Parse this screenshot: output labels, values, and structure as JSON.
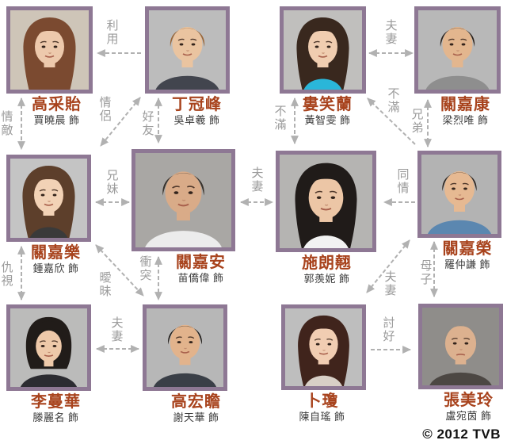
{
  "page": {
    "copyright": "© 2012 TVB"
  },
  "colors": {
    "background": "#ffffff",
    "character_name_red": "#a8431d",
    "actor_name_black": "#3a3a3a",
    "relation_label_gray": "#9b9b9b",
    "arrow_gray": "#b1b1b1",
    "photo_border_mauve": "#8e7894",
    "copyright_black": "#111111"
  },
  "characters": [
    {
      "name": "高采貽",
      "actor": "賈曉晨",
      "suffix": "飾",
      "portrait": {
        "style": "long",
        "hair": "#7b4a30",
        "skin": "#edc9ac",
        "top": "#7b4a30",
        "bg": "#cec5b8"
      }
    },
    {
      "name": "丁冠峰",
      "actor": "吳卓羲",
      "suffix": "飾",
      "portrait": {
        "style": "short",
        "hair": "#9a6535",
        "skin": "#eac4a0",
        "top": "#42454e",
        "bg": "#bcbcbc"
      }
    },
    {
      "name": "婁笑蘭",
      "actor": "黃智雯",
      "suffix": "飾",
      "portrait": {
        "style": "long",
        "hair": "#39281e",
        "skin": "#f0cdb0",
        "top": "#2ab6d9",
        "bg": "#c0bfbd"
      }
    },
    {
      "name": "關嘉康",
      "actor": "梁烈唯",
      "suffix": "飾",
      "portrait": {
        "style": "short",
        "hair": "#2a211b",
        "skin": "#e3b68e",
        "top": "#8e8e8e",
        "bg": "#b8b8b8"
      }
    },
    {
      "name": "關嘉樂",
      "actor": "鍾嘉欣",
      "suffix": "飾",
      "portrait": {
        "style": "long",
        "hair": "#5d3f2b",
        "skin": "#f2d2b6",
        "top": "#3a3a3a",
        "bg": "#c4c4c4"
      }
    },
    {
      "name": "關嘉安",
      "actor": "苗僑偉",
      "suffix": "飾",
      "portrait": {
        "style": "short",
        "hair": "#38322c",
        "skin": "#d9ab88",
        "top": "#ececec",
        "bg": "#a9a7a4"
      }
    },
    {
      "name": "施朗翹",
      "actor": "郭羨妮",
      "suffix": "飾",
      "portrait": {
        "style": "long",
        "hair": "#201b19",
        "skin": "#ecc6a6",
        "top": "#f2f2f2",
        "bg": "#b5b4b2"
      }
    },
    {
      "name": "關嘉榮",
      "actor": "羅仲謙",
      "suffix": "飾",
      "portrait": {
        "style": "short",
        "hair": "#2b221c",
        "skin": "#e6b992",
        "top": "#5b87b0",
        "bg": "#b3b3b3"
      }
    },
    {
      "name": "李蔓華",
      "actor": "滕麗名",
      "suffix": "飾",
      "portrait": {
        "style": "bob",
        "hair": "#211c19",
        "skin": "#eec9a9",
        "top": "#2c2c31",
        "bg": "#bbbbba"
      }
    },
    {
      "name": "高宏瞻",
      "actor": "謝天華",
      "suffix": "飾",
      "portrait": {
        "style": "short",
        "hair": "#1f1b18",
        "skin": "#e2b38c",
        "top": "#3a3f47",
        "bg": "#b7b7b7"
      }
    },
    {
      "name": "卜瓊",
      "actor": "陳自瑤",
      "suffix": "飾",
      "portrait": {
        "style": "long",
        "hair": "#40241c",
        "skin": "#f1cdb2",
        "top": "#d8cfc6",
        "bg": "#bebebe"
      }
    },
    {
      "name": "張美玲",
      "actor": "盧宛茵",
      "suffix": "飾",
      "portrait": {
        "style": "updo",
        "hair": "#8f8c86",
        "skin": "#dcb18f",
        "top": "#4c4743",
        "bg": "#8f8d8a"
      }
    }
  ],
  "relationships": [
    {
      "label": "利用",
      "from": "丁冠峰",
      "to": "高采貽",
      "direction": "directed"
    },
    {
      "label": "夫妻",
      "from": "婁笑蘭",
      "to": "關嘉康",
      "direction": "mutual"
    },
    {
      "label": "情敵",
      "from": "高采貽",
      "to": "關嘉樂",
      "direction": "mutual"
    },
    {
      "label": "情侶",
      "from": "丁冠峰",
      "to": "關嘉樂",
      "direction": "mutual"
    },
    {
      "label": "好友",
      "from": "丁冠峰",
      "to": "關嘉安",
      "direction": "mutual"
    },
    {
      "label": "不滿",
      "from": "婁笑蘭",
      "to": "施朗翹",
      "direction": "mutual"
    },
    {
      "label": "不滿",
      "from": "關嘉榮",
      "to": "婁笑蘭",
      "direction": "directed"
    },
    {
      "label": "兄弟",
      "from": "關嘉康",
      "to": "關嘉榮",
      "direction": "mutual"
    },
    {
      "label": "兄妹",
      "from": "關嘉樂",
      "to": "關嘉安",
      "direction": "mutual"
    },
    {
      "label": "夫妻",
      "from": "關嘉安",
      "to": "施朗翹",
      "direction": "mutual"
    },
    {
      "label": "同情",
      "from": "關嘉榮",
      "to": "施朗翹",
      "direction": "directed"
    },
    {
      "label": "衝突",
      "from": "關嘉安",
      "to": "高宏瞻",
      "direction": "mutual"
    },
    {
      "label": "曖昧",
      "from": "關嘉樂",
      "to": "高宏瞻",
      "direction": "mutual"
    },
    {
      "label": "仇視",
      "from": "關嘉樂",
      "to": "李蔓華",
      "direction": "mutual"
    },
    {
      "label": "夫妻",
      "from": "關嘉榮",
      "to": "卜瓊",
      "direction": "mutual"
    },
    {
      "label": "母子",
      "from": "張美玲",
      "to": "關嘉榮",
      "direction": "mutual"
    },
    {
      "label": "夫妻",
      "from": "李蔓華",
      "to": "高宏瞻",
      "direction": "mutual"
    },
    {
      "label": "討好",
      "from": "卜瓊",
      "to": "張美玲",
      "direction": "directed"
    }
  ]
}
